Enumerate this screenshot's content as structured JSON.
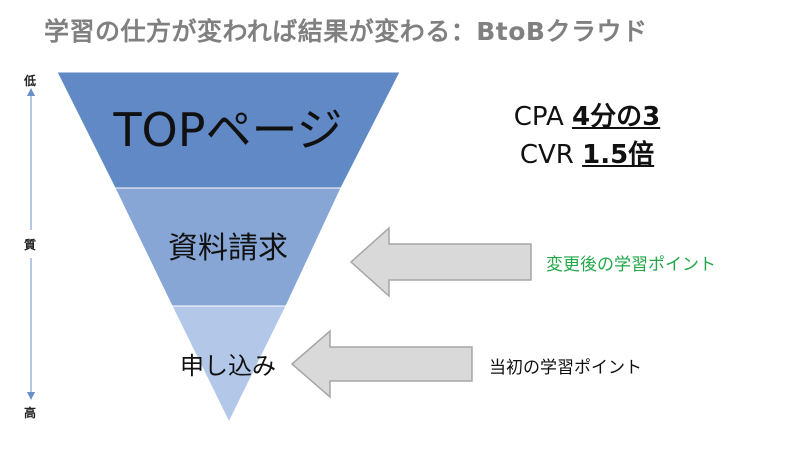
{
  "title": "学習の仕方が変われば結果が変わる：BtoBクラウド",
  "axis": {
    "top": "低",
    "middle": "質",
    "bottom": "高"
  },
  "funnel": {
    "stages": [
      {
        "label": "TOPページ",
        "color": "#6089C5"
      },
      {
        "label": "資料請求",
        "color": "#87A6D6"
      },
      {
        "label": "申し込み",
        "color": "#B3C8E8"
      }
    ]
  },
  "metrics": {
    "cpa_label": "CPA",
    "cpa_value": "4分の3",
    "cvr_label": "CVR",
    "cvr_value": "1.5倍"
  },
  "points": {
    "after": {
      "label": "変更後の学習ポイント",
      "color": "#22A848"
    },
    "initial": {
      "label": "当初の学習ポイント",
      "color": "#111111"
    }
  },
  "colors": {
    "title": "#808080",
    "arrow_fill": "#D9D9D9",
    "arrow_stroke": "#A6A6A6",
    "axis_line": "#6B8FC7"
  }
}
